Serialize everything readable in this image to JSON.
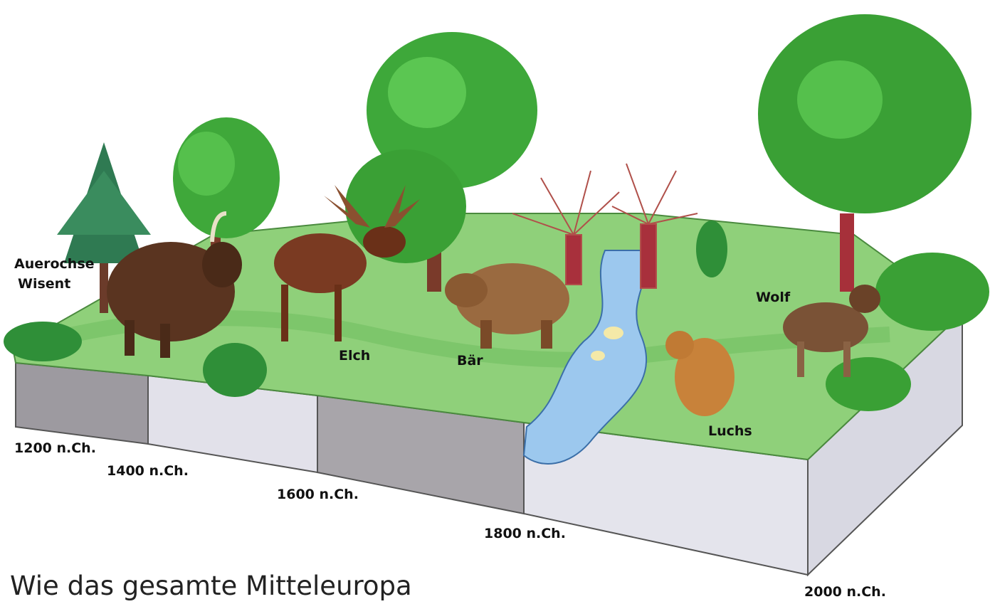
{
  "caption": "Wie das gesamte Mitteleuropa",
  "animals": {
    "auerochse": "Auerochse",
    "wisent": "Wisent",
    "elch": "Elch",
    "baer": "Bär",
    "luchs": "Luchs",
    "wolf": "Wolf"
  },
  "timeline": [
    "1200 n.Ch.",
    "1400 n.Ch.",
    "1600 n.Ch.",
    "1800 n.Ch.",
    "2000 n.Ch."
  ]
}
